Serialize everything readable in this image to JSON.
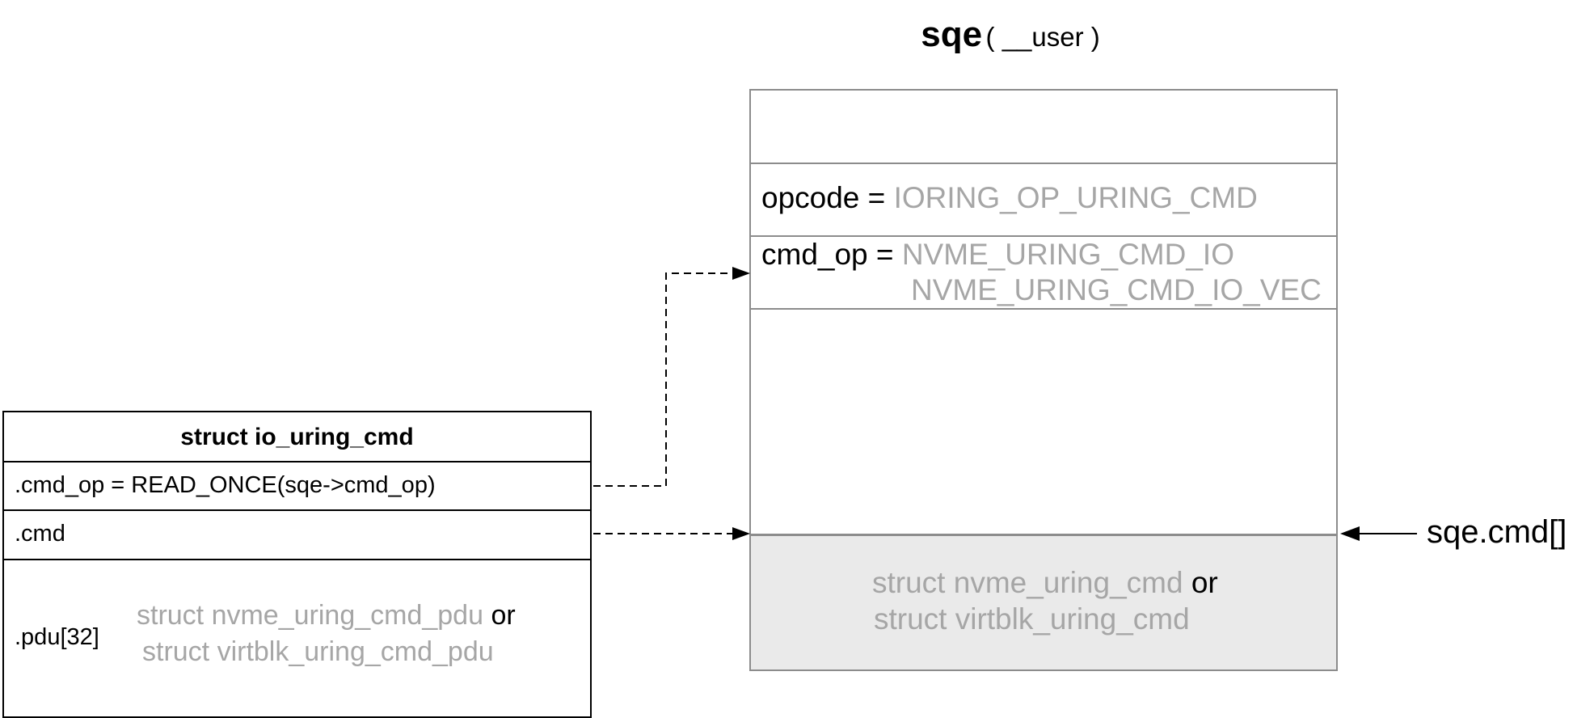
{
  "sqe": {
    "name": "sqe",
    "qualifier": "( __user )",
    "opcode_label": "opcode = ",
    "opcode_value": "IORING_OP_URING_CMD",
    "cmd_op_label": "cmd_op = ",
    "cmd_op_values": [
      "NVME_URING_CMD_IO",
      "NVME_URING_CMD_IO_VEC"
    ],
    "cmd_area": {
      "line1_gray": "struct nvme_uring_cmd",
      "line1_or": " or",
      "line2_gray": "struct virtblk_uring_cmd"
    },
    "cmd_pointer_label": "sqe.cmd[]"
  },
  "io_uring_cmd": {
    "title": "struct io_uring_cmd",
    "cmd_op_field": ".cmd_op = READ_ONCE(sqe->cmd_op)",
    "cmd_field": ".cmd",
    "pdu_field": ".pdu[32]",
    "pdu_alt1_gray": "struct nvme_uring_cmd_pdu",
    "pdu_alt1_or": " or",
    "pdu_alt2_gray": "struct virtblk_uring_cmd_pdu"
  },
  "colors": {
    "muted_text": "#a6a6a6",
    "box_border_gray": "#8c8c8c",
    "cmd_area_fill": "#eaeaea"
  }
}
